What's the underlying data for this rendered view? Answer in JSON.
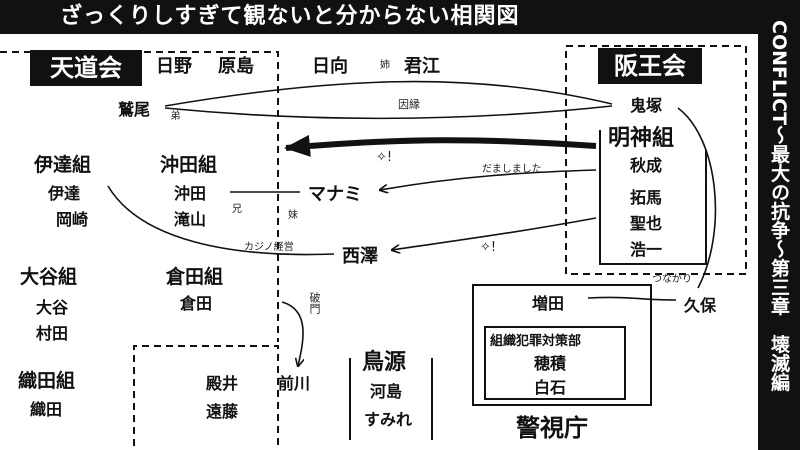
{
  "title": "ざっくりしすぎて観ないと分からない相関図",
  "side_title": "CONFLICT～最大の抗争～第三章　壊滅編",
  "groups": {
    "tendoukai": {
      "name": "天道会",
      "members": [
        "日野",
        "原島"
      ],
      "boss": "鷲尾"
    },
    "hanoukai": {
      "name": "阪王会",
      "boss": "鬼塚"
    },
    "date": {
      "name": "伊達組",
      "members": [
        "伊達",
        "岡崎"
      ]
    },
    "okita": {
      "name": "沖田組",
      "members": [
        "沖田",
        "滝山"
      ]
    },
    "otani": {
      "name": "大谷組",
      "members": [
        "大谷",
        "村田"
      ]
    },
    "kurata": {
      "name": "倉田組",
      "members": [
        "倉田"
      ]
    },
    "oda": {
      "name": "織田組",
      "members": [
        "織田"
      ]
    },
    "myojin": {
      "name": "明神組",
      "members": [
        "秋成",
        "拓馬",
        "聖也",
        "浩一"
      ]
    },
    "torigen": {
      "name": "鳥源",
      "members": [
        "河島",
        "すみれ"
      ]
    },
    "police": {
      "name": "警視庁",
      "members": [
        "増田"
      ],
      "unit": "組織犯罪対策部",
      "unit_members": [
        "穂積",
        "白石"
      ]
    }
  },
  "people": {
    "hinata": "日向",
    "kimie": "君江",
    "manami": "マナミ",
    "nishizawa": "西澤",
    "kubo": "久保",
    "tonoi": "殿井",
    "endo": "遠藤",
    "maekawa": "前川"
  },
  "relations": {
    "kimie_tag": "姉",
    "innen": "因縁",
    "washio_tag": "弟",
    "okita_tag": "兄",
    "manami_tag": "妹",
    "damashita": "だましました",
    "kajino": "カジノ経営",
    "hamon": "破門",
    "tsunagari": "つながり",
    "mark": "✧!"
  }
}
